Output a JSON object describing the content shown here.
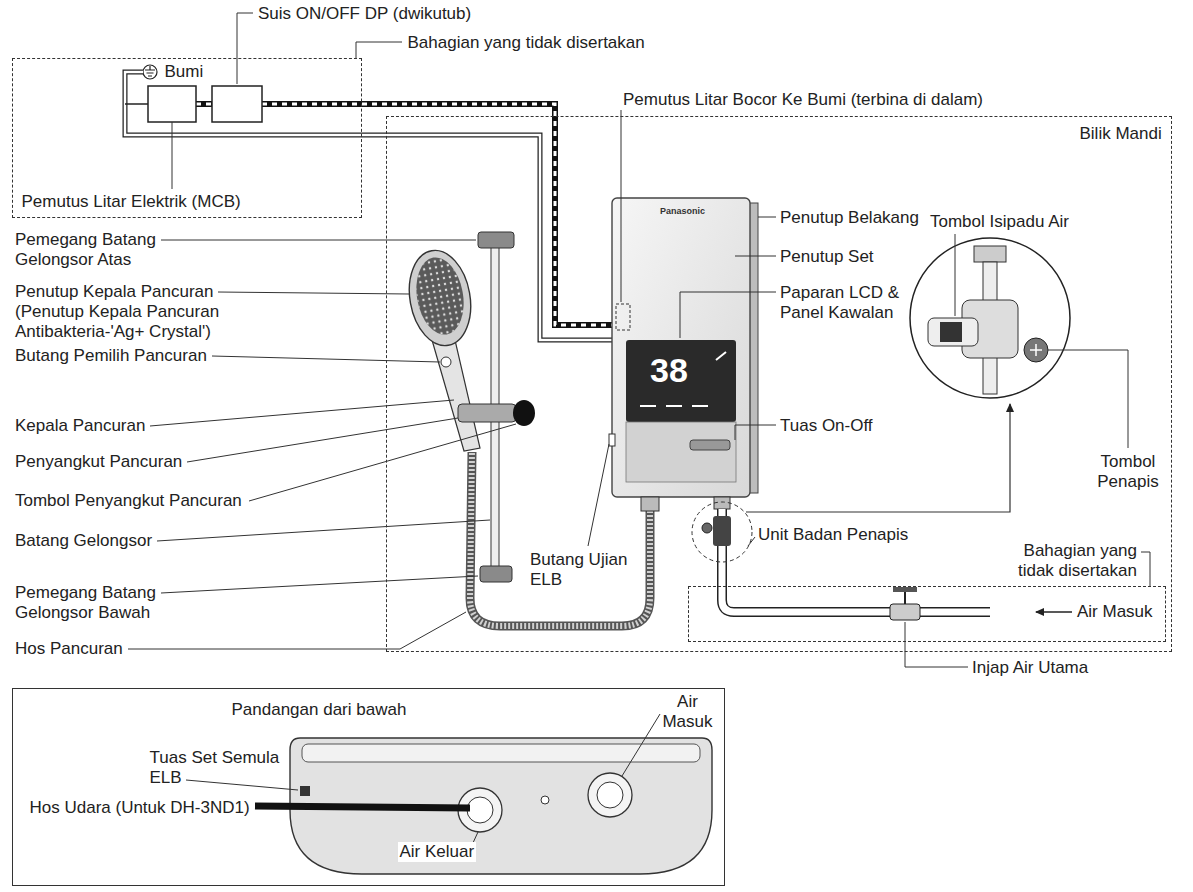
{
  "diagram": {
    "nodes": [
      {
        "text": [
          "Bahagian yang tidak disertakan",
          "Bumi",
          "Pemutus Litar Elektrik (MCB)"
        ]
      },
      {
        "text": [
          "Bilik Mandi"
        ]
      },
      {
        "text": [
          "Bahagian yang tidak disertakan",
          "Air Masuk"
        ],
        "in": 1
      },
      {
        "text": [
          "Pandangan dari bawah",
          "Air Masuk",
          "Tuas Set Semula ELB",
          "Hos Udara (Untuk DH-3ND1)",
          "Air Keluar"
        ]
      }
    ],
    "labels": [
      "Suis ON/OFF DP (dwikutub)",
      "Pemutus Litar Bocor Ke Bumi (terbina di dalam)",
      "Panasonic",
      "Pemegang Batang Gelongsor Atas",
      "Penutup Belakang",
      "Tombol Isipadu Air",
      "Penutup Set",
      "Penutup Kepala Pancuran (Penutup Kepala Pancuran Antibakteria-'Ag+ Crystal')",
      "Paparan LCD & Panel Kawalan",
      "38",
      "Butang Pemilih Pancuran",
      "Kepala Pancuran",
      "Tuas On-Off",
      "Penyangkut Pancuran",
      "Tombol Penapis",
      "Tombol Penyangkut Pancuran",
      "Batang Gelongsor",
      "Unit Badan Penapis",
      "Butang Ujian ELB",
      "Pemegang Batang Gelongsor Bawah",
      "Hos Pancuran",
      "Injap Air Utama"
    ]
  }
}
